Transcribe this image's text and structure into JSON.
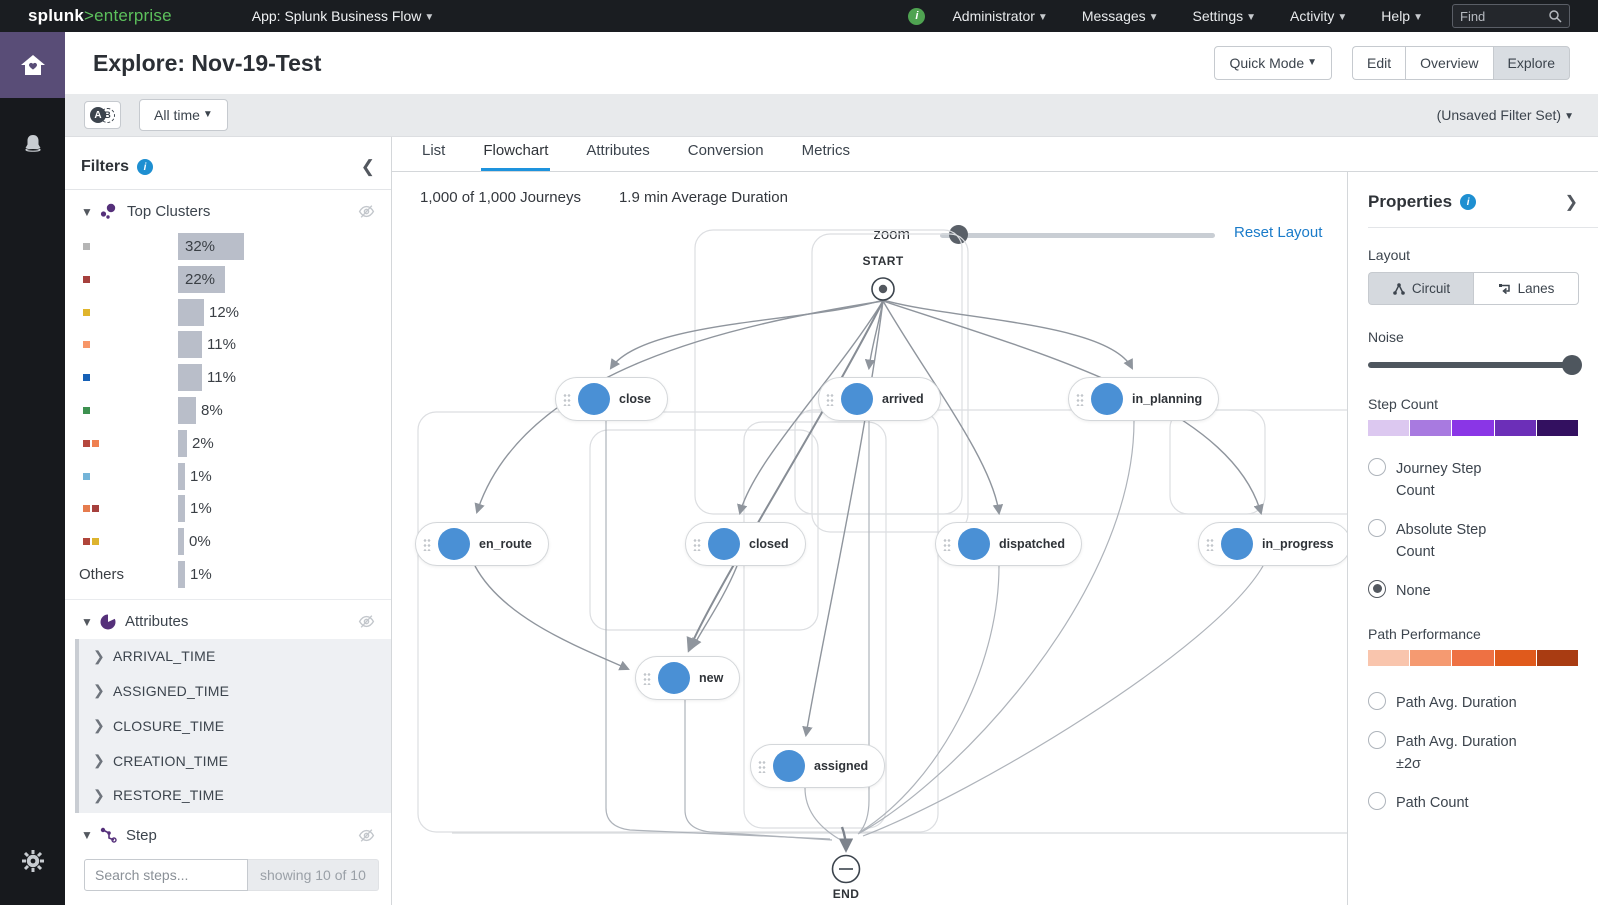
{
  "colors": {
    "accent_green": "#5cc05c",
    "accent_blue": "#1e93dd",
    "node_blue": "#4a90d5",
    "brand_purple": "#594d77"
  },
  "topbar": {
    "brand": "splunk",
    "brand_gt": ">",
    "brand_product": "enterprise",
    "app_label": "App: Splunk Business Flow",
    "menus": [
      "Administrator",
      "Messages",
      "Settings",
      "Activity",
      "Help"
    ],
    "find_placeholder": "Find"
  },
  "header": {
    "title": "Explore: Nov-19-Test",
    "quick_mode_label": "Quick Mode",
    "views": [
      "Edit",
      "Overview",
      "Explore"
    ],
    "active_view": "Explore"
  },
  "filter_bar": {
    "ab_a": "A",
    "ab_b": "B",
    "time_range": "All time",
    "filter_set": "(Unsaved Filter Set)"
  },
  "filters_panel": {
    "title": "Filters",
    "top_clusters": {
      "label": "Top Clusters",
      "items": [
        {
          "pct": "32%",
          "bar": "66px",
          "colors": [
            "#b5b5b5"
          ]
        },
        {
          "pct": "22%",
          "bar": "47px",
          "colors": [
            "#a6403d"
          ]
        },
        {
          "pct": "12%",
          "bar": "26px",
          "colors": [
            "#e0b52c"
          ]
        },
        {
          "pct": "11%",
          "bar": "24px",
          "colors": [
            "#f79668"
          ]
        },
        {
          "pct": "11%",
          "bar": "24px",
          "colors": [
            "#1660b6"
          ]
        },
        {
          "pct": "8%",
          "bar": "18px",
          "colors": [
            "#3d9150"
          ]
        },
        {
          "pct": "2%",
          "bar": "9px",
          "colors": [
            "#b5473e",
            "#ef8050"
          ]
        },
        {
          "pct": "1%",
          "bar": "7px",
          "colors": [
            "#74b4d8"
          ]
        },
        {
          "pct": "1%",
          "bar": "7px",
          "colors": [
            "#e67c4e",
            "#a6403d"
          ]
        },
        {
          "pct": "0%",
          "bar": "6px",
          "colors": [
            "#b0453a",
            "#ddb42e"
          ]
        },
        {
          "pct": "1%",
          "bar": "7px",
          "name": "Others",
          "colors": []
        }
      ]
    },
    "attributes": {
      "label": "Attributes",
      "items": [
        "ARRIVAL_TIME",
        "ASSIGNED_TIME",
        "CLOSURE_TIME",
        "CREATION_TIME",
        "RESTORE_TIME"
      ]
    },
    "step": {
      "label": "Step",
      "search_placeholder": "Search steps...",
      "showing": "showing 10 of 10"
    }
  },
  "main": {
    "tabs": [
      "List",
      "Flowchart",
      "Attributes",
      "Conversion",
      "Metrics"
    ],
    "active_tab": "Flowchart",
    "stats": {
      "journeys": "1,000 of 1,000 Journeys",
      "avg_duration": "1.9 min Average Duration"
    },
    "zoom_label": "zoom",
    "reset_label": "Reset Layout",
    "flowchart": {
      "start_label": "START",
      "end_label": "END",
      "nodes": [
        {
          "label": "close"
        },
        {
          "label": "arrived"
        },
        {
          "label": "in_planning"
        },
        {
          "label": "en_route"
        },
        {
          "label": "closed"
        },
        {
          "label": "dispatched"
        },
        {
          "label": "in_progress"
        },
        {
          "label": "new"
        },
        {
          "label": "assigned"
        }
      ]
    }
  },
  "properties_panel": {
    "title": "Properties",
    "layout_label": "Layout",
    "layout_buttons": [
      "Circuit",
      "Lanes"
    ],
    "active_layout": "Circuit",
    "noise_label": "Noise",
    "step_count_label": "Step Count",
    "step_count_colors": [
      "#dcc8f0",
      "#a87ae0",
      "#8a36e6",
      "#6c2fb8",
      "#331060"
    ],
    "step_count_options": [
      "Journey Step Count",
      "Absolute Step Count",
      "None"
    ],
    "step_count_selected": "None",
    "path_performance_label": "Path Performance",
    "path_performance_colors": [
      "#f9c5ad",
      "#f59a71",
      "#ee7143",
      "#e05a1c",
      "#a93c12"
    ],
    "path_performance_options": [
      "Path Avg. Duration",
      "Path Avg. Duration ±2σ",
      "Path Count"
    ]
  }
}
